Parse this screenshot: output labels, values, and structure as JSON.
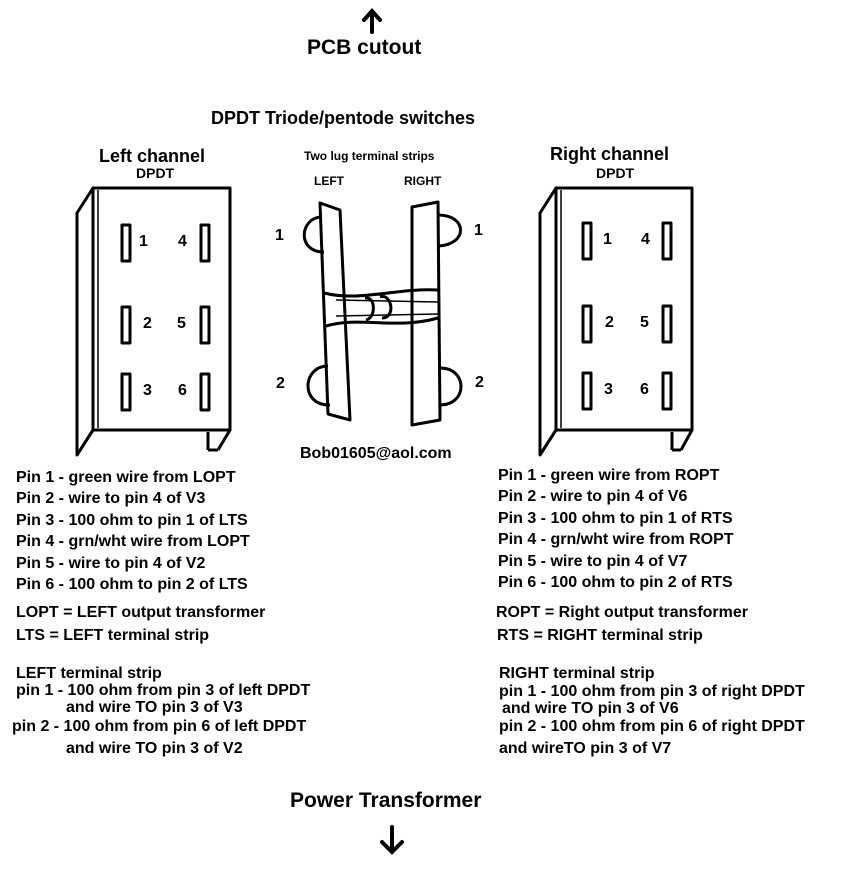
{
  "top_label": "PCB cutout",
  "bottom_label": "Power Transformer",
  "title": "DPDT Triode/pentode switches",
  "left_switch": {
    "heading": "Left channel",
    "subheading": "DPDT"
  },
  "right_switch": {
    "heading": "Right channel",
    "subheading": "DPDT"
  },
  "terminal_strips": {
    "heading": "Two lug terminal strips",
    "left_label": "LEFT",
    "right_label": "RIGHT"
  },
  "pin_numbers": [
    "1",
    "2",
    "3",
    "4",
    "5",
    "6"
  ],
  "lug_numbers": [
    "1",
    "2"
  ],
  "email": "Bob01605@aol.com",
  "left_pins": [
    "Pin 1 - green wire from LOPT",
    "Pin 2 - wire to pin 4 of V3",
    "Pin 3 - 100 ohm to pin 1 of LTS",
    "Pin 4 - grn/wht wire from LOPT",
    "Pin 5 - wire to pin 4 of V2",
    "Pin 6 - 100 ohm to pin 2 of LTS"
  ],
  "right_pins": [
    "Pin 1 - green wire from ROPT",
    "Pin 2 - wire to pin 4 of V6",
    "Pin 3 - 100 ohm to pin 1 of RTS",
    "Pin 4 - grn/wht wire from ROPT",
    "Pin 5 - wire to pin 4 of V7",
    "Pin 6 - 100 ohm to pin 2 of RTS"
  ],
  "left_abbrev": [
    "LOPT = LEFT output transformer",
    "LTS = LEFT terminal strip"
  ],
  "right_abbrev": [
    "ROPT = Right output transformer",
    "RTS = RIGHT terminal strip"
  ],
  "left_strip_notes": {
    "heading": "LEFT terminal strip",
    "lines": [
      "pin 1 - 100 ohm from pin 3 of left DPDT",
      "and wire TO pin 3 of V3",
      "pin 2 - 100 ohm from pin 6 of left DPDT",
      "and wire TO pin 3 of V2"
    ]
  },
  "right_strip_notes": {
    "heading": "RIGHT terminal strip",
    "lines": [
      "pin 1 - 100 ohm from pin 3 of right DPDT",
      "and wire TO pin 3 of V6",
      "pin 2 - 100 ohm from pin 6 of right DPDT",
      "and wireTO pin 3 of V7"
    ]
  }
}
